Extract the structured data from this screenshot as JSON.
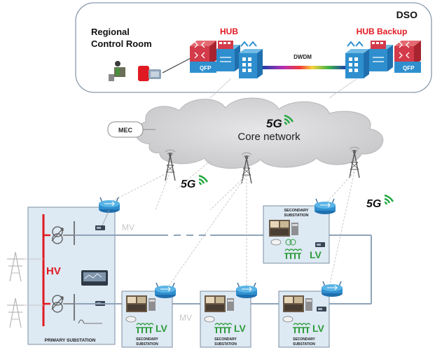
{
  "dso": {
    "corner_label": "DSO",
    "control_room_label": [
      "Regional",
      "Control Room"
    ],
    "hub_label": "HUB",
    "hub_backup_label": "HUB Backup",
    "dwdm_label": "DWDM",
    "qfp_label": "QFP"
  },
  "core": {
    "mec_label": "MEC",
    "network_label": "Core network",
    "fiveg_label": "5G"
  },
  "grid": {
    "hv_label": "HV",
    "mv_label": "MV",
    "lv_label": "LV",
    "primary_substation_label": "PRIMARY SUBSTATION",
    "secondary_substation_label": [
      "SECONDARY",
      "SUBSTATION"
    ]
  },
  "colors": {
    "dso_border": "#8a9aac",
    "red_accent": "#e01a22",
    "router_blue": "#2f8fce",
    "router_red": "#d33a4a",
    "cloud_grey": "#d4d4d6",
    "substation_fill": "#dde9f3",
    "substation_border": "#7d8fa3",
    "mv_line": "#8fa4b8",
    "lv_green": "#2e9c3a",
    "fiveg_green": "#27a844"
  }
}
